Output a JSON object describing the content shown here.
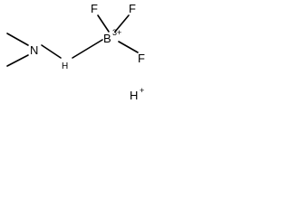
{
  "molecule": {
    "atoms": {
      "nitrogen": "N",
      "carbon_hydrogen": "H",
      "boron": "B",
      "boron_charge": "3+",
      "fluorine_top_left": "F",
      "fluorine_top_right": "F",
      "fluorine_right": "F",
      "proton": "H",
      "proton_charge": "+"
    }
  }
}
